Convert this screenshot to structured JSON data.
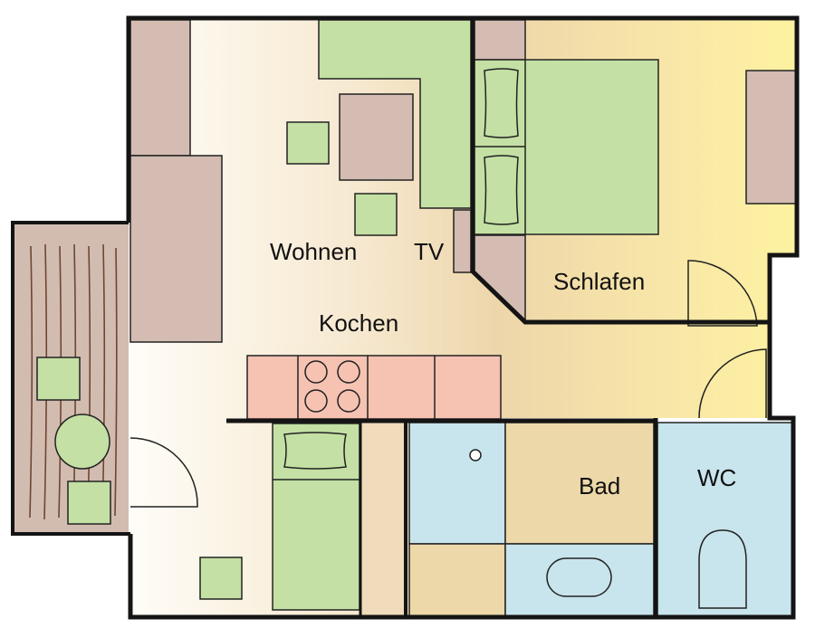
{
  "rooms": {
    "wohnen": "Wohnen",
    "tv": "TV",
    "kochen": "Kochen",
    "schlafen": "Schlafen",
    "bad": "Bad",
    "wc": "WC"
  },
  "colors": {
    "wall": "#141414",
    "floor_warm": "#f3e2c0",
    "floor_yellow": "#fbeea0",
    "furniture_brown": "#d4bcb2",
    "furniture_green": "#c4e0a4",
    "counter_pink": "#f6c2b2",
    "tile_blue": "#c8e4ec",
    "bath_tan": "#ecd8a8",
    "balcony_deck": "#d2bcb0",
    "deck_line": "#6e4632"
  }
}
